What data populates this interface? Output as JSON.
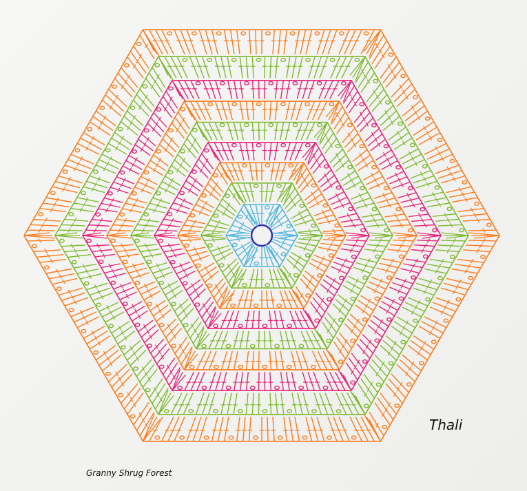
{
  "captions": {
    "author": "Thali",
    "pattern_name": "Granny Shrug Forest"
  },
  "rounds": [
    {
      "color": "#2f2fb0",
      "kind": "ring"
    },
    {
      "color": "#4fb5e0",
      "kind": "dc"
    },
    {
      "color": "#7cba2f",
      "kind": "dc"
    },
    {
      "color": "#ff7a1a",
      "kind": "dc"
    },
    {
      "color": "#e8247a",
      "kind": "dc"
    },
    {
      "color": "#7cba2f",
      "kind": "dc"
    },
    {
      "color": "#ff7a1a",
      "kind": "dc"
    },
    {
      "color": "#e8247a",
      "kind": "dc"
    },
    {
      "color": "#7cba2f",
      "kind": "dc"
    },
    {
      "color": "#ff7a1a",
      "kind": "dc"
    }
  ]
}
